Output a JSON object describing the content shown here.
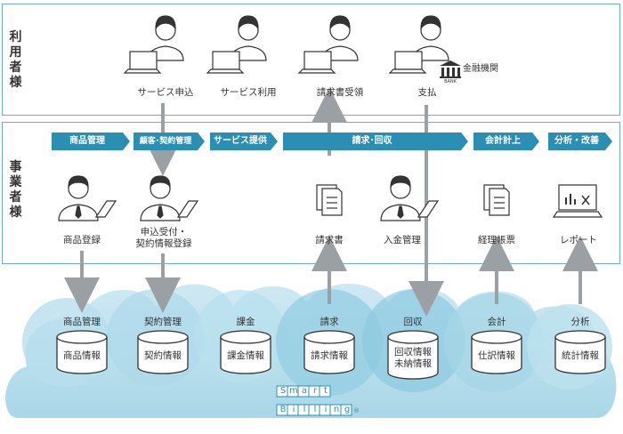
{
  "users_section": {
    "label": "利用者様",
    "steps": [
      "サービス申込",
      "サービス利用",
      "請求書受領",
      "支払"
    ],
    "bank_label": "金融機関",
    "bank_text": "BANK"
  },
  "business_section": {
    "label": "事業者様",
    "phases": [
      "商品管理",
      "顧客･契約管理",
      "サービス提供",
      "請求･回収",
      "会計計上",
      "分析・改善"
    ],
    "items": [
      "商品登録",
      "申込受付・",
      "契約情報登録",
      "請求書",
      "入金管理",
      "経理帳票",
      "レポート"
    ]
  },
  "cloud": {
    "categories": [
      "商品管理",
      "契約管理",
      "課金",
      "請求",
      "回収",
      "会計",
      "分析"
    ],
    "databases": [
      "商品情報",
      "契約情報",
      "課金情報",
      "請求情報",
      "回収情報",
      "未納情報",
      "仕訳情報",
      "統計情報"
    ],
    "logo_top": [
      "S",
      "m",
      "a",
      "r",
      "t"
    ],
    "logo_bottom": [
      "B",
      "i",
      "l",
      "l",
      "i",
      "n",
      "g"
    ],
    "logo_mark": "®"
  },
  "colors": {
    "frame": "#6aaec0",
    "phase": "#2a8fb2",
    "arrow": "#9aa0a4",
    "cloud_light": "#c9e6f1",
    "cloud_mid": "#8ccbe0"
  }
}
